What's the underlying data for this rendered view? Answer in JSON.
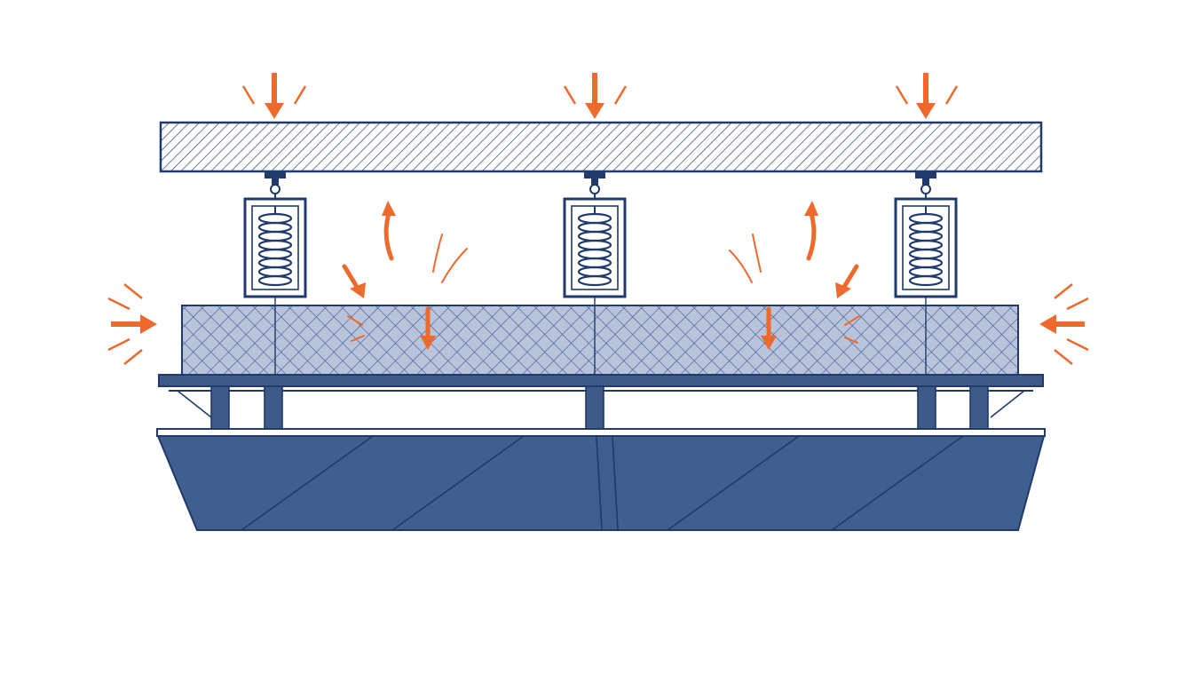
{
  "colors": {
    "background": "#ffffff",
    "outline": "#1f3a6b",
    "hatch": "#4a5a78",
    "beam_fill": "#ffffff",
    "mesh_fill": "#b9c3d9",
    "mesh_line": "#3a5a9a",
    "base_fill": "#3f5f8f",
    "frame_fill": "#3d5a88",
    "force_arrow": "#ee6a2c"
  },
  "icons": {
    "top_load": "down-arrow-icon",
    "side_load": "horizontal-arrow-icon",
    "vibration": "curved-arrow-icon",
    "isolator": "coil-spring-icon"
  },
  "counts": {
    "spring_isolators": 3,
    "top_load_arrows": 3,
    "side_load_arrows": 2
  }
}
